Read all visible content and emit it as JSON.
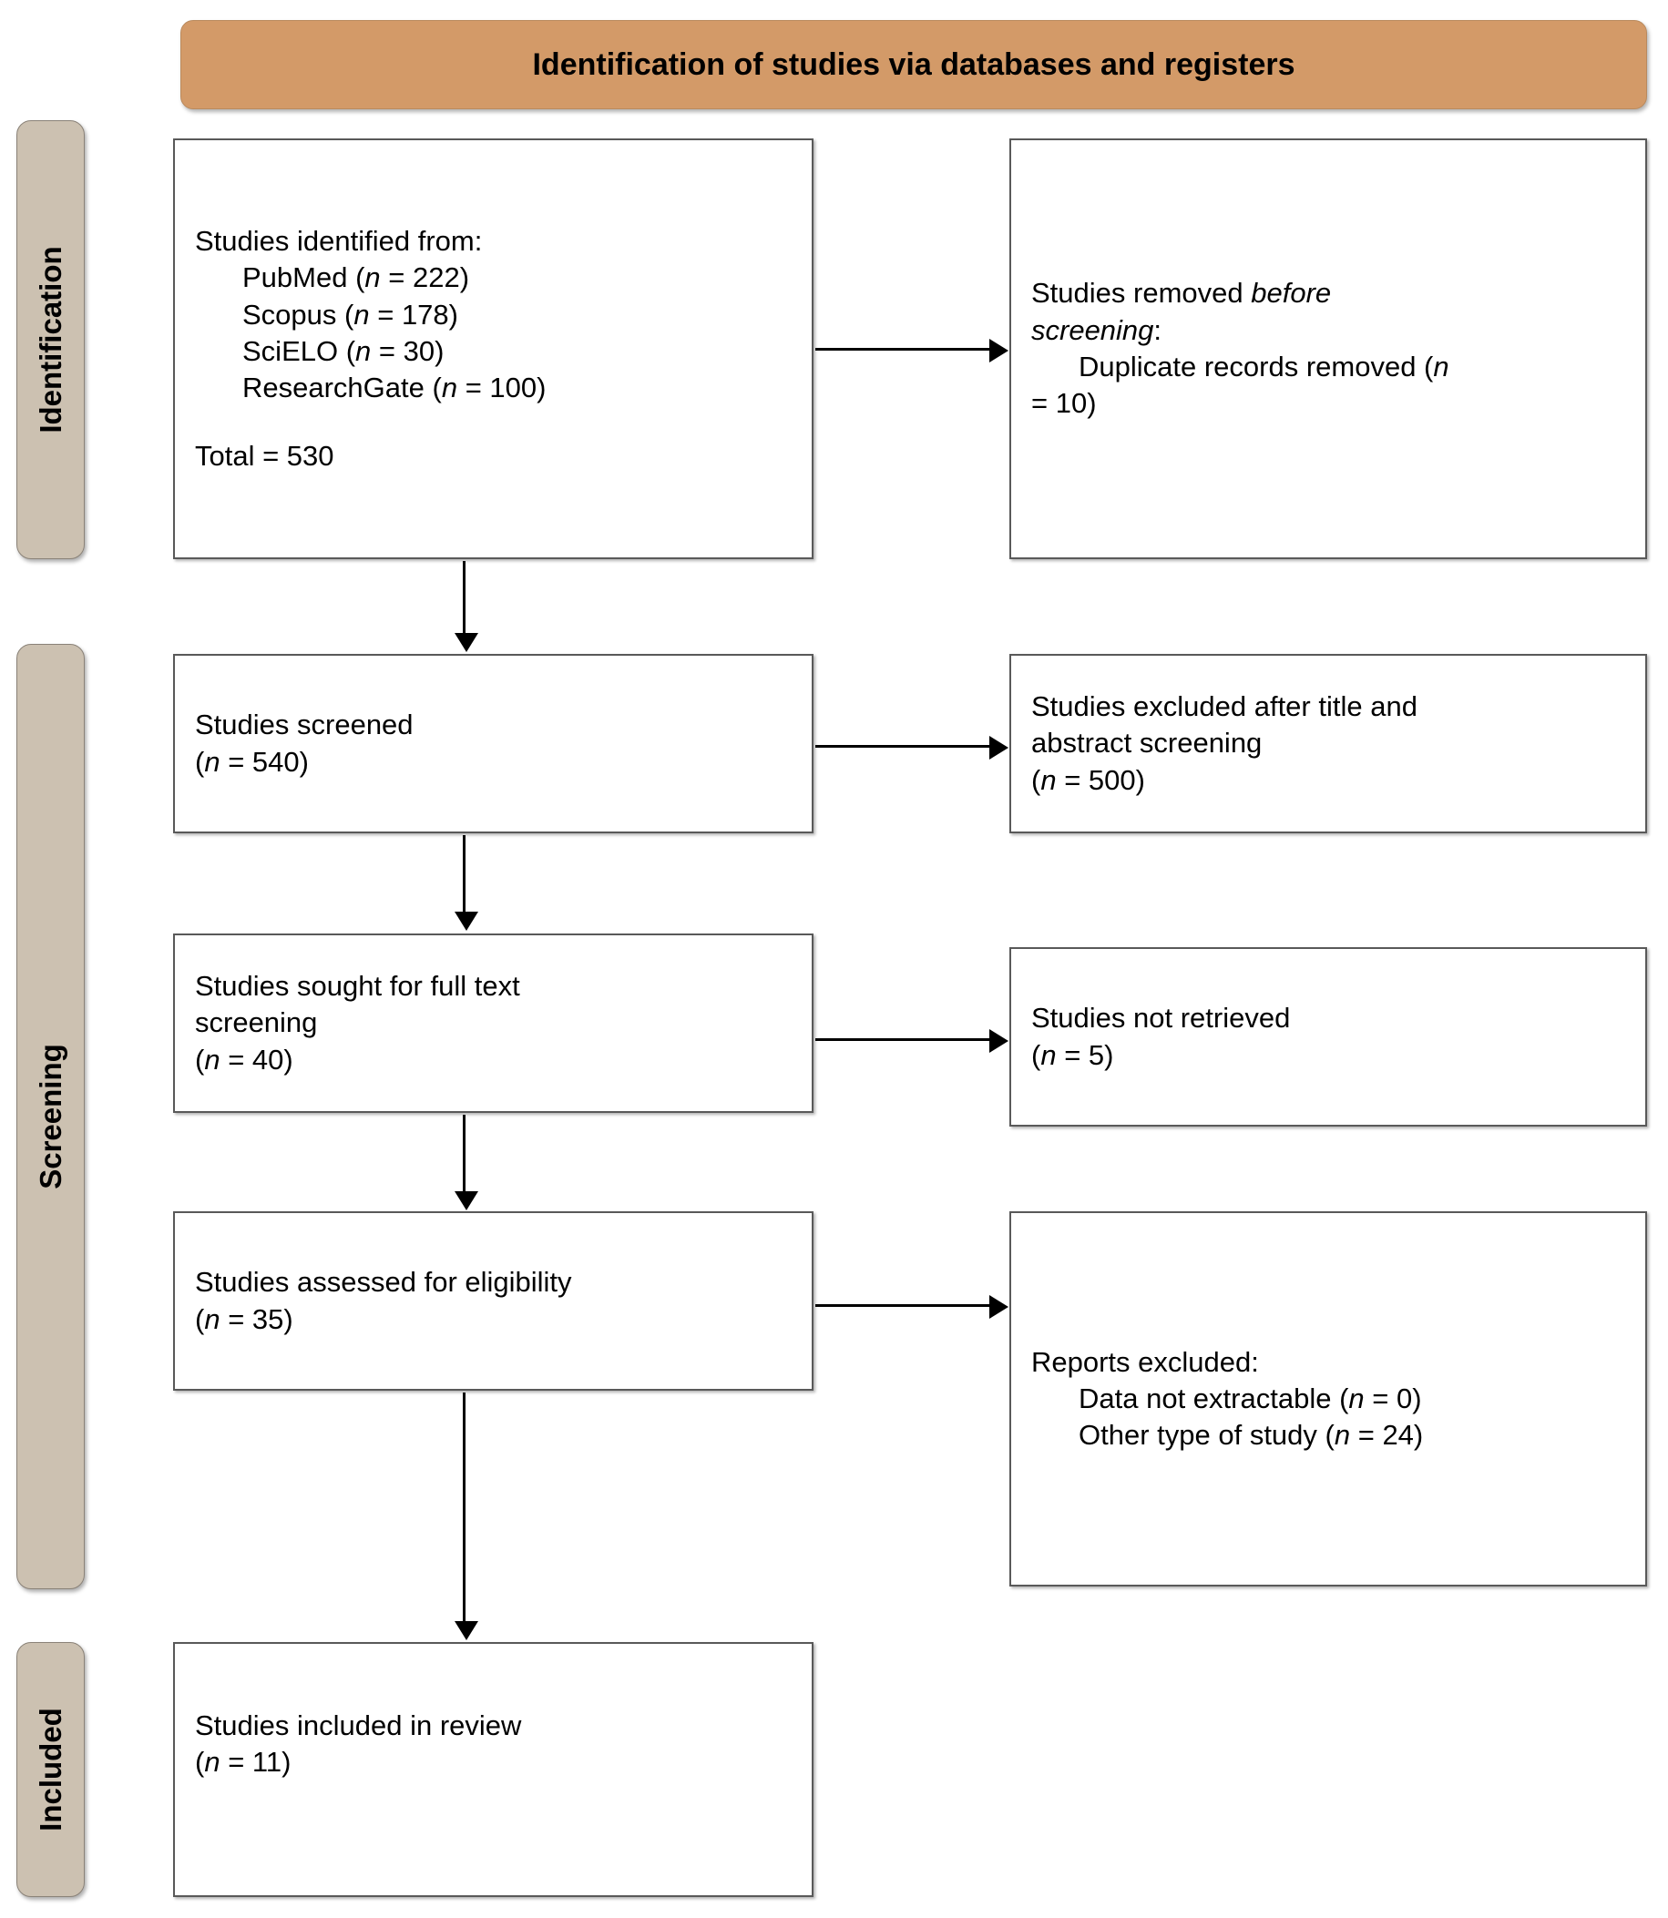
{
  "diagram": {
    "type": "prisma-flow-diagram",
    "header": {
      "title": "Identification of studies via databases and registers",
      "color": "#D39A68"
    },
    "stages": [
      {
        "key": "identification",
        "label": "Identification",
        "color": "#CCC1B1"
      },
      {
        "key": "screening",
        "label": "Screening",
        "color": "#CCC1B1"
      },
      {
        "key": "included",
        "label": "Included",
        "color": "#CCC1B1"
      }
    ],
    "boxes": {
      "identified": {
        "heading": "Studies identified from:",
        "sources": [
          {
            "name": "PubMed",
            "n": "222",
            "text": "PubMed (n = 222)"
          },
          {
            "name": "Scopus",
            "n": "178",
            "text": "Scopus (n = 178)"
          },
          {
            "name": "SciELO",
            "n": "30",
            "text": "SciELO (n = 30)"
          },
          {
            "name": "ResearchGate",
            "n": "100",
            "text": "ResearchGate (n = 100)"
          }
        ],
        "total_label": "Total = 530",
        "total": "530"
      },
      "removed_before_screening": {
        "line1_prefix": "Studies removed ",
        "line1_italic": "before",
        "line2_italic": "screening",
        "line2_suffix": ":",
        "detail_prefix": "Duplicate records removed (",
        "detail_italic": "n",
        "detail_suffix2": "= 10)",
        "n": "10"
      },
      "screened": {
        "label": "Studies screened",
        "count_prefix": "(",
        "count_italic": "n",
        "count_suffix": " = 540)",
        "n": "540"
      },
      "excluded_title_abstract": {
        "line1": "Studies excluded after title and",
        "line2": "abstract screening",
        "count_italic": "n",
        "count_suffix": " = 500)",
        "n": "500"
      },
      "sought_full_text": {
        "line1": "Studies sought for full text",
        "line2": "screening",
        "count_italic": "n",
        "count_suffix": " = 40)",
        "n": "40"
      },
      "not_retrieved": {
        "label": "Studies not retrieved",
        "count_italic": "n",
        "count_suffix": " = 5)",
        "n": "5"
      },
      "assessed_eligibility": {
        "label": "Studies assessed for eligibility",
        "count_italic": "n",
        "count_suffix": " = 35)",
        "n": "35"
      },
      "reports_excluded": {
        "heading": "Reports excluded:",
        "reasons": [
          {
            "reason": "Data not extractable",
            "n": "0",
            "suffix": " = 0)"
          },
          {
            "reason": "Other type of study",
            "n": "24",
            "suffix": " = 24)"
          }
        ]
      },
      "included_in_review": {
        "label": "Studies included in review",
        "count_italic": "n",
        "count_suffix": " = 11)",
        "n": "11"
      }
    }
  }
}
